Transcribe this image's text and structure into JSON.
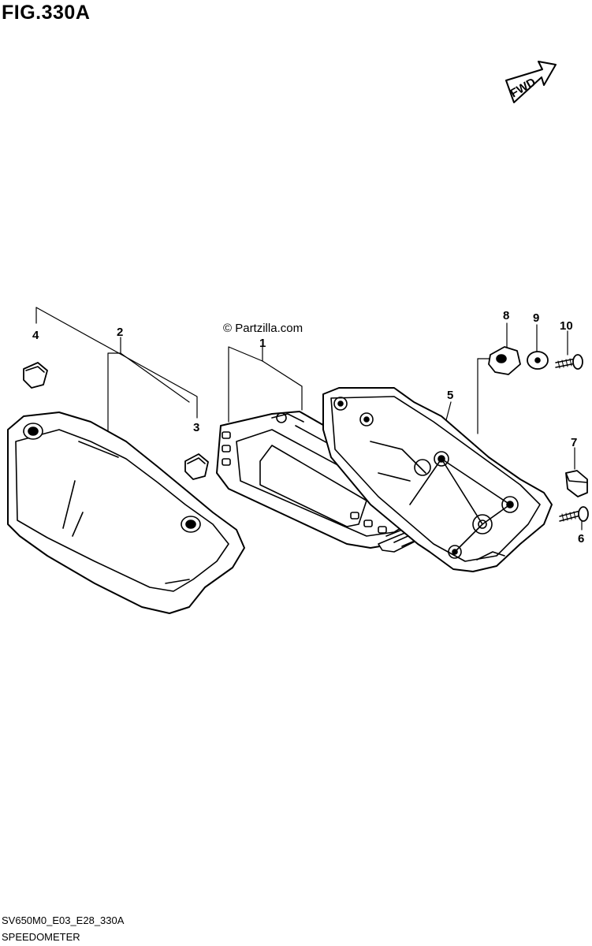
{
  "header": {
    "figure_title": "FIG.330A"
  },
  "watermark": "© Partzilla.com",
  "fwd_arrow": {
    "label": "FWD"
  },
  "callouts": [
    {
      "id": "1",
      "label": "1"
    },
    {
      "id": "2",
      "label": "2"
    },
    {
      "id": "3",
      "label": "3"
    },
    {
      "id": "4",
      "label": "4"
    },
    {
      "id": "5",
      "label": "5"
    },
    {
      "id": "6",
      "label": "6"
    },
    {
      "id": "7",
      "label": "7"
    },
    {
      "id": "8",
      "label": "8"
    },
    {
      "id": "9",
      "label": "9"
    },
    {
      "id": "10",
      "label": "10"
    }
  ],
  "footer": {
    "diagram_code": "SV650M0_E03_E28_330A",
    "section_name": "SPEEDOMETER"
  }
}
